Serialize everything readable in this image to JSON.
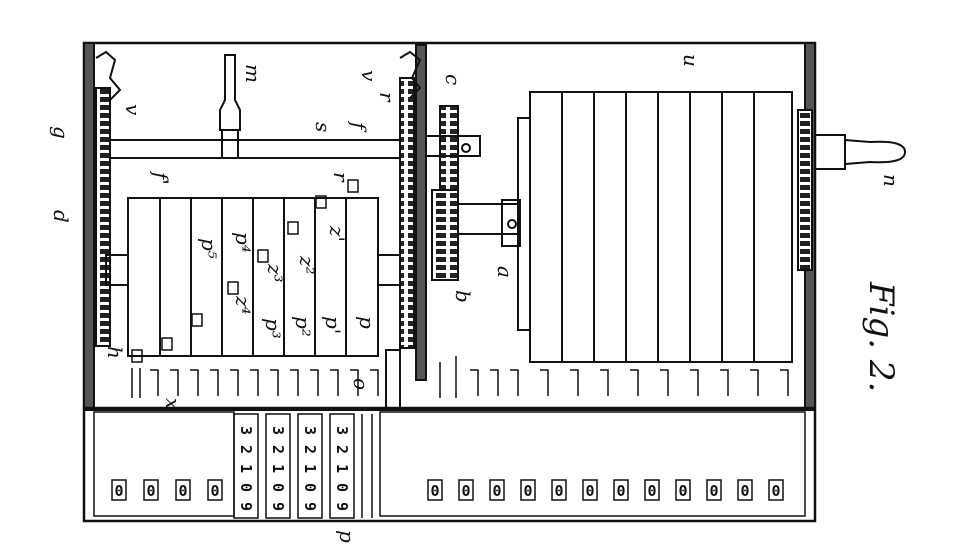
{
  "figure": {
    "title": "Fig. 2."
  },
  "labels": {
    "v_left": "v",
    "g": "g",
    "m": "m",
    "s": "s",
    "f": "f",
    "v_right": "v",
    "r_top": "r",
    "c": "c",
    "u": "u",
    "f1": "f'",
    "d": "d",
    "r_mid": "r",
    "z1": "z'",
    "z2": "z²",
    "z3": "z³",
    "z4": "z⁴",
    "p5": "p⁵",
    "p4": "p⁴",
    "p3": "p³",
    "p2": "p²",
    "p1": "p'",
    "p": "p",
    "a": "a",
    "b": "b",
    "n": "n",
    "h": "h",
    "x": "x",
    "o": "o",
    "p_bottom": "p"
  },
  "counter_wheel_digits": [
    "3",
    "2",
    "1",
    "0",
    "9"
  ],
  "display_window": "0",
  "left_windows_count": 4,
  "right_windows_count": 12
}
